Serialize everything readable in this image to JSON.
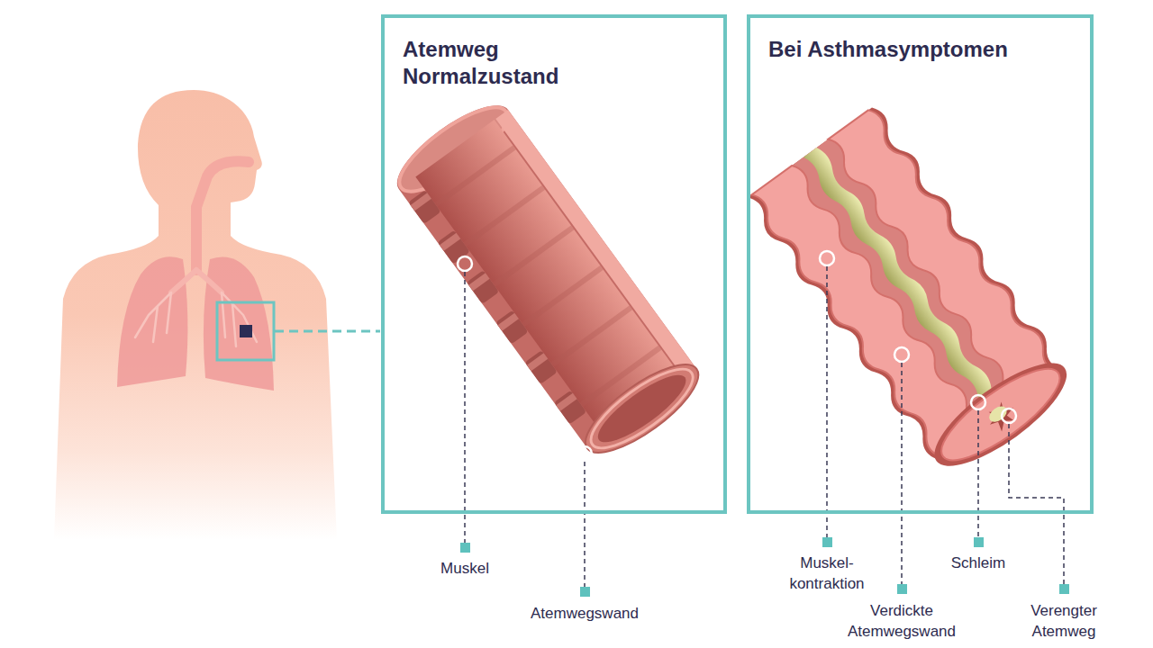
{
  "diagram": {
    "nodes": [
      {
        "text": [
          "Atemweg Normalzustand"
        ]
      },
      {
        "text": [
          "Bei Asthmasymptomen"
        ]
      }
    ],
    "labels": [
      "Muskel",
      "Atemwegswand",
      "Muskel- kontraktion",
      "Schleim",
      "Verdickte Atemwegswand",
      "Verengter Atemweg"
    ]
  }
}
